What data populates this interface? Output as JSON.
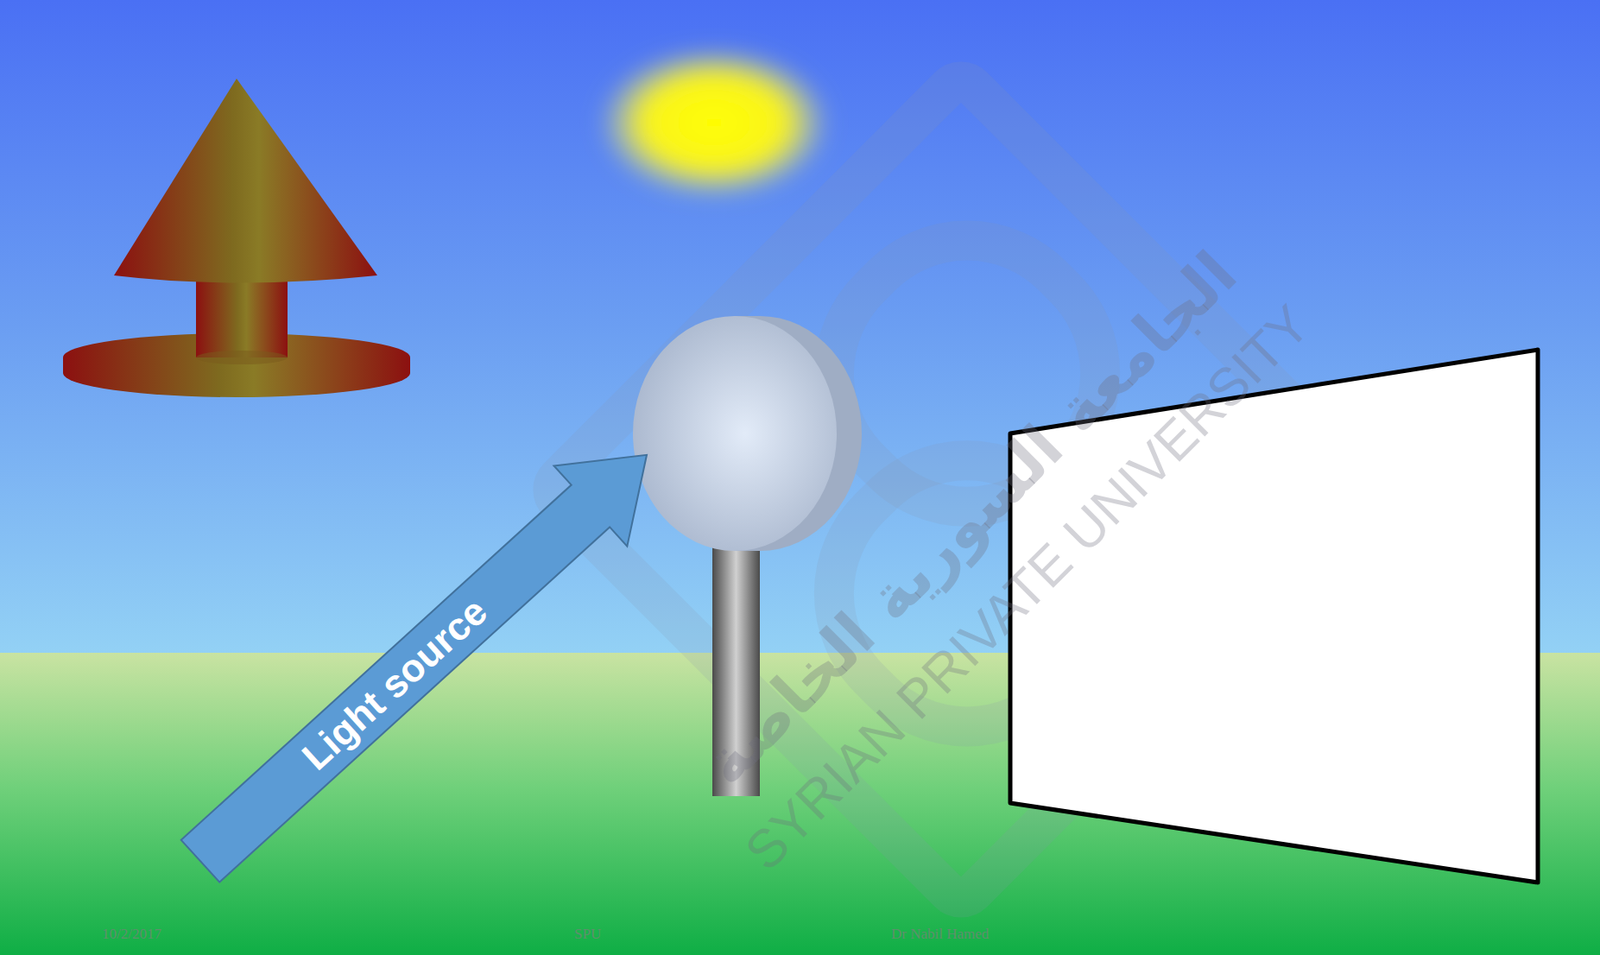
{
  "diagram": {
    "nodes": [
      {
        "text": [
          "Light source"
        ]
      }
    ],
    "edges": [],
    "labels": [
      "الجامعة السورية الخاصة",
      "SYRIAN PRIVATE UNIVERSITY",
      "10/2/2017",
      "SPU",
      "Dr Nabil Hamed"
    ]
  }
}
